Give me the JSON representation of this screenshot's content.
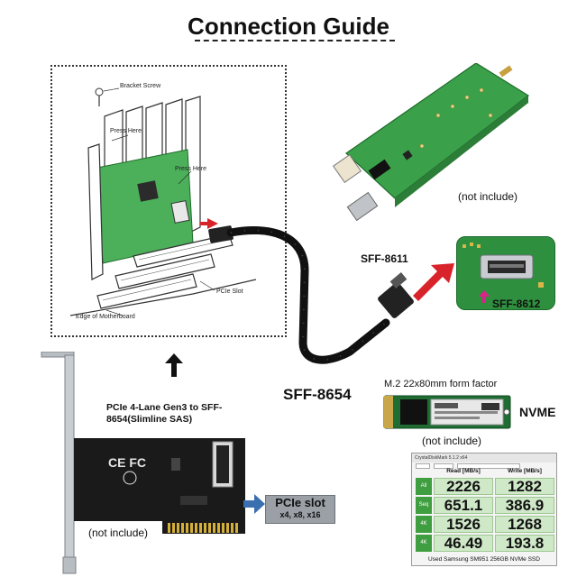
{
  "header": {
    "title": "Connection Guide"
  },
  "install_diagram": {
    "callouts": {
      "bracket_screw": "Bracket Screw",
      "press_here_1": "Press Here",
      "press_here_2": "Press Here",
      "pcie_slot": "PCIe Slot",
      "edge_of_motherboard": "Edge of Motherboard"
    }
  },
  "adapter_card": {
    "title": "PCIe 4-Lane Gen3 to SFF-8654(Slimline SAS)",
    "not_included": "(not include)"
  },
  "pcie_slot": {
    "label": "PCIe slot",
    "sub_label": "x4, x8, x16"
  },
  "cable": {
    "label": "SFF-8654"
  },
  "m2_board": {
    "not_included": "(not include)",
    "left_connector": "SFF-8611",
    "right_connector": "SFF-8612"
  },
  "nvme_drive": {
    "caption": "M.2 22x80mm form factor",
    "label": "NVME",
    "not_included": "(not include)"
  },
  "benchmark": {
    "window_title": "CrystalDiskMark 5.1.2 x64",
    "read_header": "Read [MB/s]",
    "write_header": "Write [MB/s]",
    "rows": [
      {
        "btn": "All",
        "read": "2226",
        "write": "1282"
      },
      {
        "btn": "Seq",
        "read": "651.1",
        "write": "386.9"
      },
      {
        "btn": "4K",
        "read": "1526",
        "write": "1268"
      },
      {
        "btn": "4K",
        "read": "46.49",
        "write": "193.8"
      }
    ],
    "footer": "Used Samsung SM951 256GB NVMe SSD"
  },
  "colors": {
    "pcb_green": "#3aa04a",
    "pink_arrow": "#e0208a",
    "red_arrow": "#d8232a",
    "slot_label_bg": "#9aa0a6"
  }
}
